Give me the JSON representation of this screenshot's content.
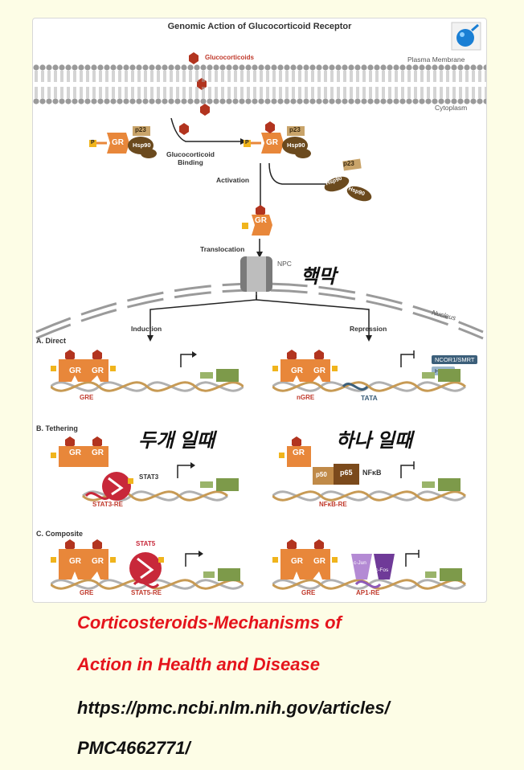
{
  "diagram": {
    "title": "Genomic Action of Glucocorticoid Receptor",
    "labels": {
      "glucocorticoids": "Glucocorticoids",
      "plasma_membrane": "Plasma Membrane",
      "cytoplasm": "Cytoplasm",
      "gr": "GR",
      "p23": "p23",
      "hsp90": "Hsp90",
      "p": "P",
      "binding": "Glucocorticoid\nBinding",
      "activation": "Activation",
      "translocation": "Translocation",
      "npc": "NPC",
      "nucleus": "Nucleus",
      "induction": "Induction",
      "repression": "Repression",
      "ncor": "NCOR1/SMRT",
      "hdac": "HDAC",
      "section_a": "A. Direct",
      "section_b": "B. Tethering",
      "section_c": "C. Composite",
      "gre": "GRE",
      "ngre": "nGRE",
      "tata": "TATA",
      "stat3": "STAT3",
      "stat3_re": "STAT3-RE",
      "p50": "p50",
      "p65": "p65",
      "nfkb": "NFκB",
      "nfkb_re": "NFκB-RE",
      "stat5": "STAT5",
      "stat5_re": "STAT5-RE",
      "cjun": "c-Jun",
      "cfos": "c-Fos",
      "ap1_re": "AP1-RE"
    }
  },
  "annotations": {
    "nuclear_membrane": "핵막",
    "when_two": "두개 일때",
    "when_one": "하나 일때"
  },
  "caption": {
    "line1": "Corticosteroids-Mechanisms of",
    "line2": "Action in Health and Disease",
    "line3": "https://pmc.ncbi.nlm.nih.gov/articles/",
    "line4": "PMC4662771/"
  },
  "colors": {
    "gr": "#e8873a",
    "hsp90": "#6b4a1e",
    "p23": "#c9a46a",
    "ligand": "#b2341f",
    "stat": "#c8283a",
    "nfkb": "#7b4a1c",
    "ap1": "#8e5ab8",
    "gene": "#9ab46a",
    "caption_red": "#e5141c"
  }
}
